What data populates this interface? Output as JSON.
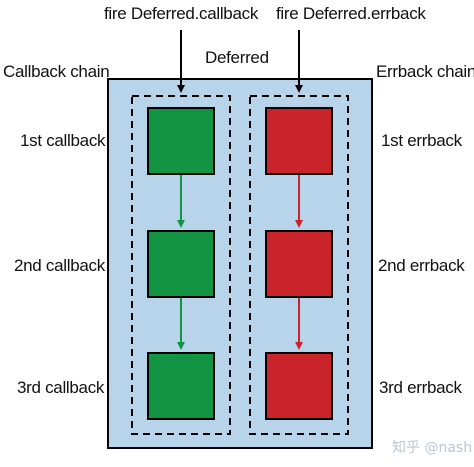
{
  "diagram": {
    "trigger_callback": "fire Deferred.callback",
    "trigger_errback": "fire Deferred.errback",
    "container_label": "Deferred",
    "callback_chain_label": "Callback chain",
    "errback_chain_label": "Errback chain",
    "callbacks": [
      "1st callback",
      "2nd callback",
      "3rd callback"
    ],
    "errbacks": [
      "1st errback",
      "2nd errback",
      "3rd errback"
    ]
  },
  "watermark": "知乎 @nash",
  "colors": {
    "deferred_fill": "#b8d4ea",
    "callback_box": "#129443",
    "callback_arrow": "#129443",
    "errback_box": "#c9242a",
    "errback_arrow": "#c9242a"
  }
}
